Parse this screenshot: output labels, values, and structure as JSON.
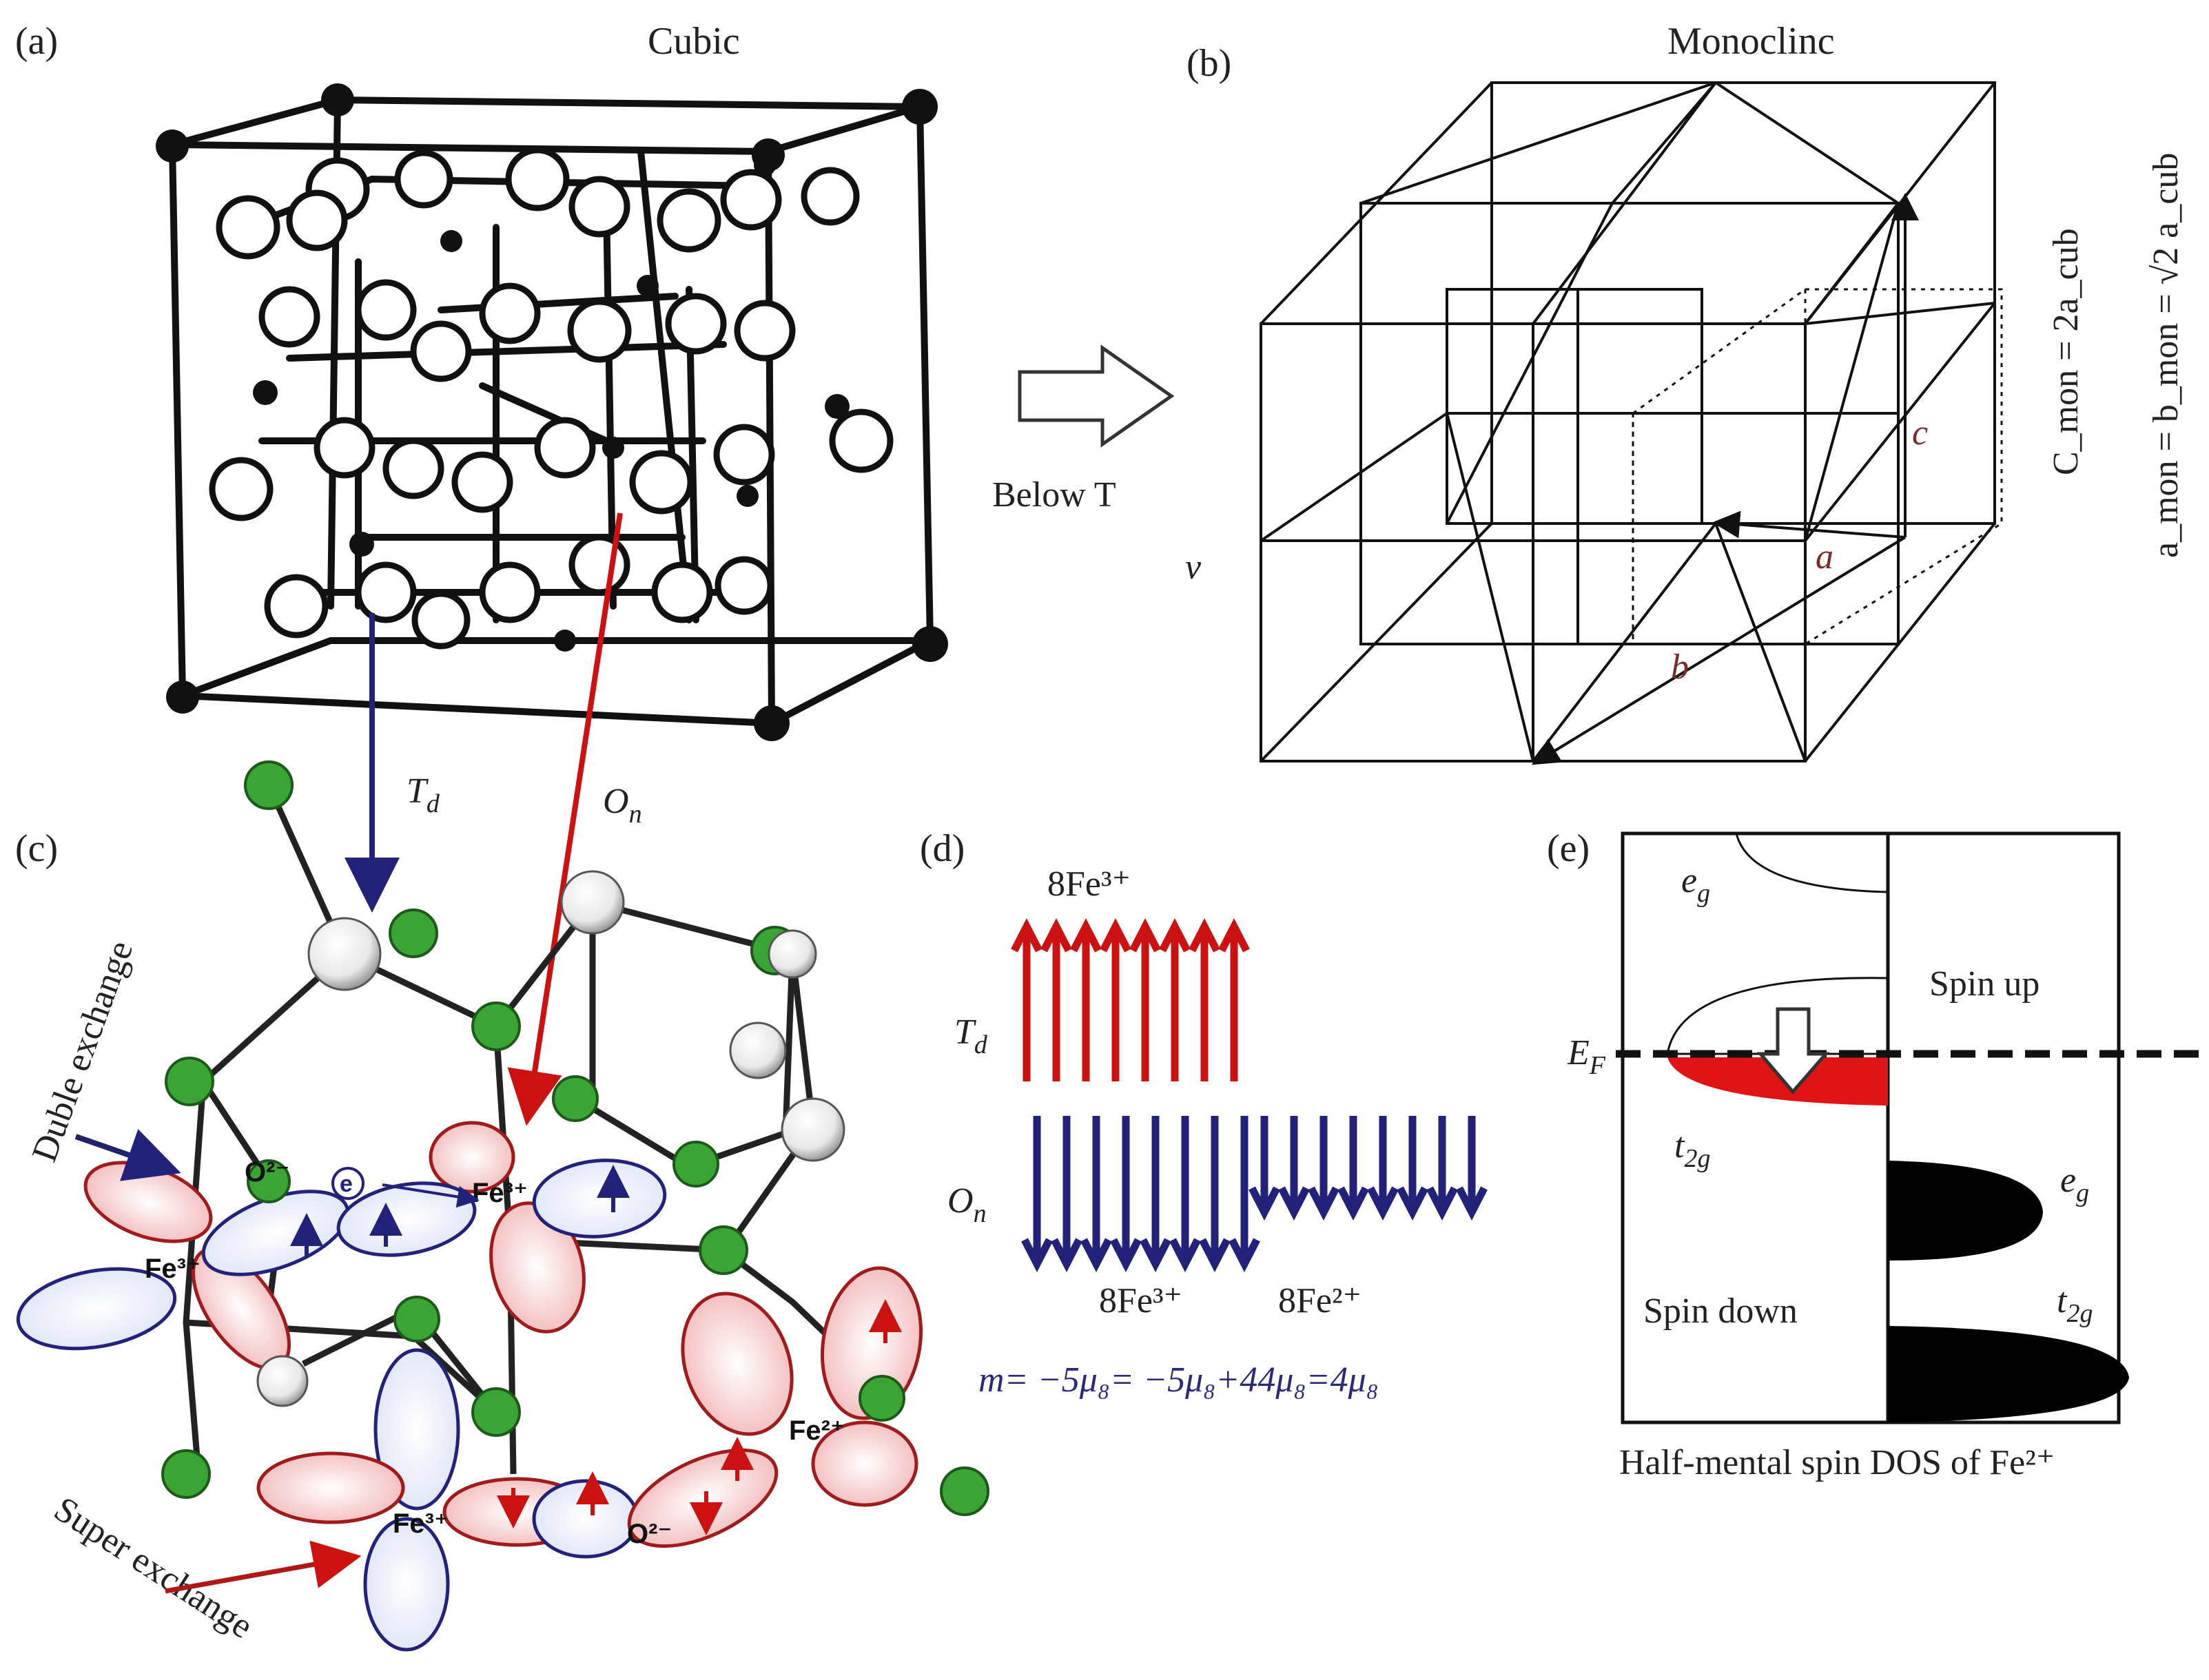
{
  "colors": {
    "red_arrow": "#cc1111",
    "blue_arrow": "#22227a",
    "green_atom": "#3aa535",
    "pointer_red": "#b01818",
    "pointer_blue": "#22226a"
  },
  "panel_a": {
    "label": "(a)",
    "title": "Cubic"
  },
  "transition": {
    "label": "Below T",
    "sub": "v"
  },
  "panel_b": {
    "label": "(b)",
    "title": "Monoclinc",
    "axis_a": "a",
    "axis_b": "b",
    "axis_c": "c",
    "eq1": "C_mon = 2a_cub",
    "eq2": "a_mon = b_mon = √2 a_cub"
  },
  "panel_c": {
    "label": "(c)",
    "td_label": "T",
    "td_sub": "d",
    "on_label": "O",
    "on_sub": "n",
    "double_exchange": "Duble exchange",
    "super_exchange": "Super exchange",
    "ions": {
      "fe3_left": "Fe³⁺",
      "fe3_top": "Fe³⁺",
      "fe3_bottom": "Fe³⁺",
      "fe2_right": "Fe²⁺",
      "o_top": "O²⁻",
      "o_bottom": "O²⁻",
      "electron": "e"
    }
  },
  "panel_d": {
    "label": "(d)",
    "top_ions": "8Fe³⁺",
    "td_label": "T",
    "td_sub": "d",
    "on_label": "O",
    "on_sub": "n",
    "bottom_left_ions": "8Fe³⁺",
    "bottom_right_ions": "8Fe²⁺",
    "moment": "m= −5μ₈= −5μ₈+44μ₈=4μ₈"
  },
  "panel_e": {
    "label": "(e)",
    "eg_up": "e",
    "eg_up_sub": "g",
    "spin_up": "Spin up",
    "ef": "E",
    "ef_sub": "F",
    "t2g_up": "t",
    "t2g_up_sub": "2g",
    "eg_down": "e",
    "eg_down_sub": "g",
    "spin_down": "Spin down",
    "t2g_down": "t",
    "t2g_down_sub": "2g",
    "caption": "Half-mental spin DOS of Fe²⁺"
  }
}
